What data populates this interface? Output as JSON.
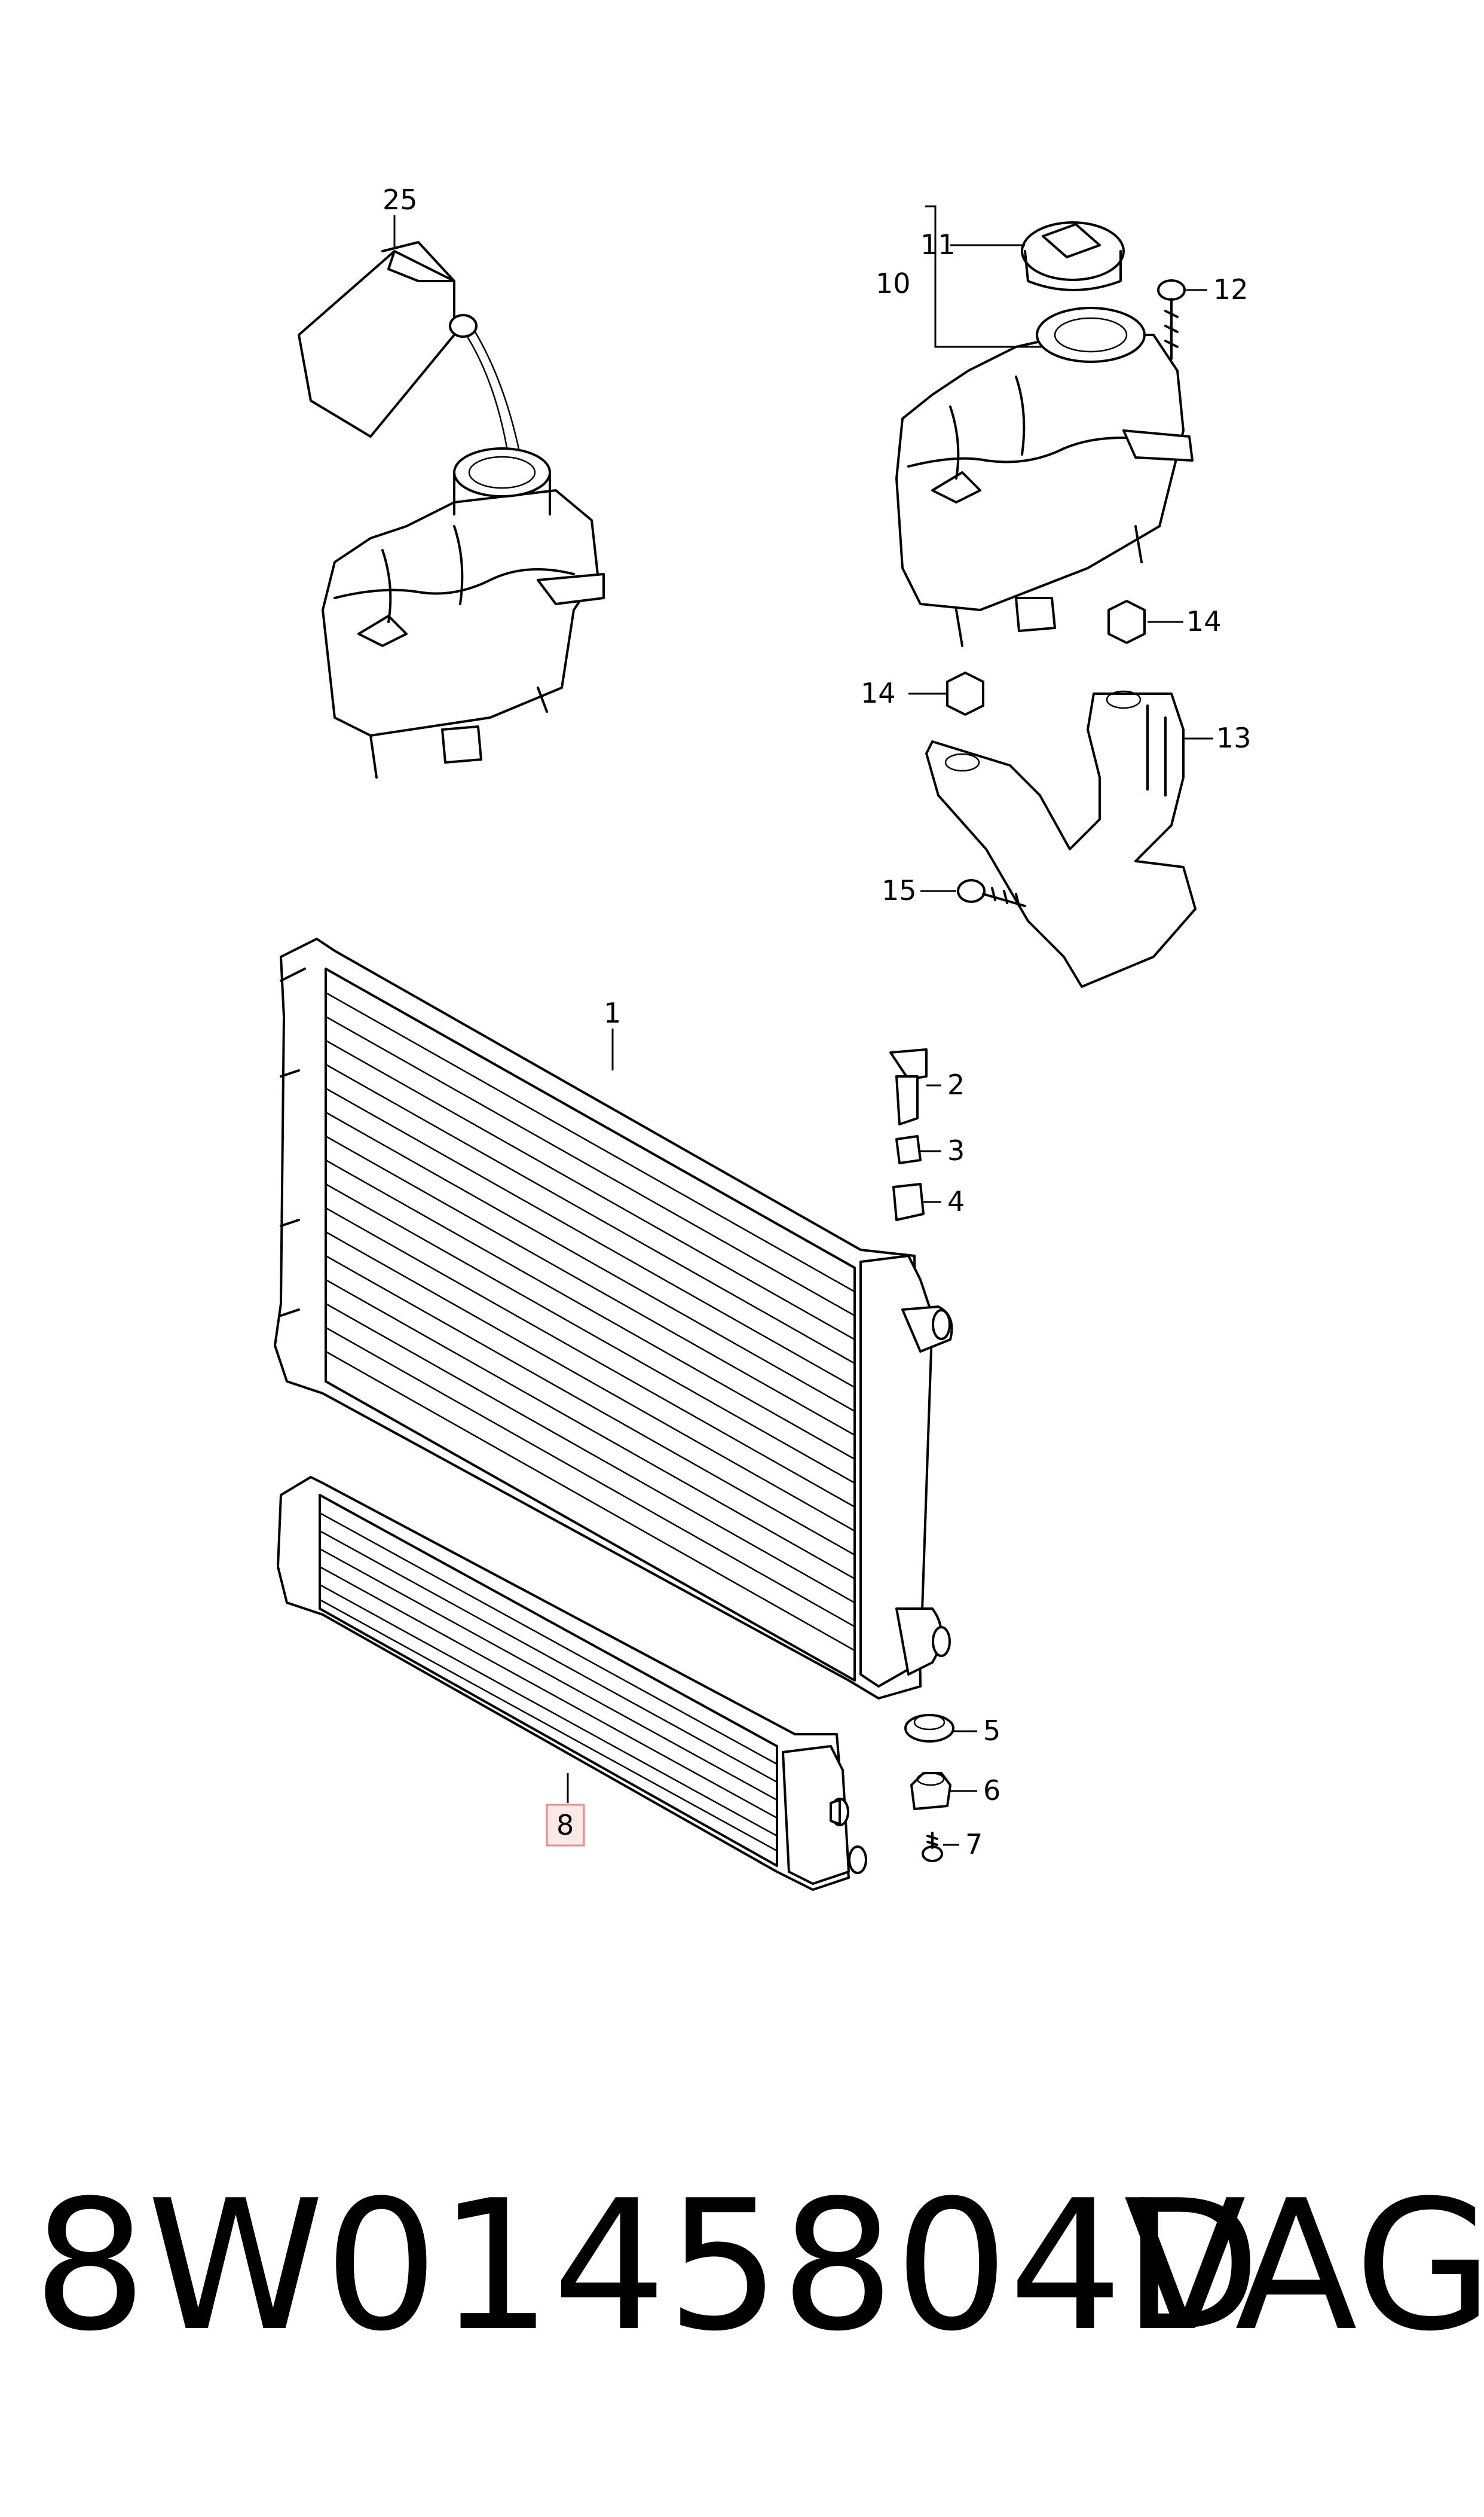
{
  "callouts": {
    "c1": "1",
    "c2": "2",
    "c3": "3",
    "c4": "4",
    "c5": "5",
    "c6": "6",
    "c7": "7",
    "c8": "8",
    "c10": "10",
    "c11": "11",
    "c12": "12",
    "c13": "13",
    "c14a": "14",
    "c14b": "14",
    "c15": "15",
    "c25": "25"
  },
  "highlight_color": "#e88a8a",
  "footer": {
    "part_number": "8W0145804D",
    "brand": "VAG"
  }
}
